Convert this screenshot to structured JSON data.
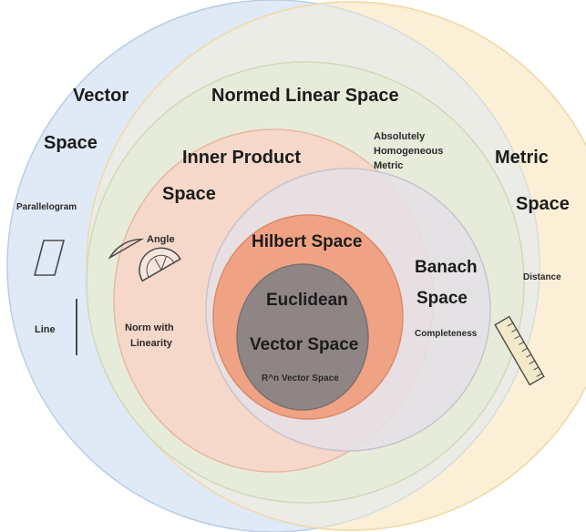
{
  "regions": {
    "vector_space": {
      "title_line1": "Vector",
      "title_line2": "Space",
      "color": "#dde8f5"
    },
    "metric_space": {
      "title_line1": "Metric",
      "title_line2": "Space",
      "color": "#fbefd6"
    },
    "normed_linear_space": {
      "title": "Normed Linear Space",
      "color": "#e6ecd9"
    },
    "inner_product_space": {
      "title_line1": "Inner Product",
      "title_line2": "Space",
      "color": "#f5d8c9"
    },
    "banach_space": {
      "title_line1": "Banach",
      "title_line2": "Space",
      "color": "#e4e1e6"
    },
    "hilbert_space": {
      "title": "Hilbert Space",
      "color": "#f0a384"
    },
    "euclidean_vector_space": {
      "title_line1": "Euclidean",
      "title_line2": "Vector Space",
      "subtitle": "R^n Vector Space",
      "color": "#8e8584"
    }
  },
  "features": {
    "parallelogram": "Parallelogram",
    "line": "Line",
    "angle": "Angle",
    "norm_with_linearity_line1": "Norm with",
    "norm_with_linearity_line2": "Linearity",
    "absolutely_homogeneous_line1": "Absolutely",
    "absolutely_homogeneous_line2": "Homogeneous",
    "absolutely_homogeneous_line3": "Metric",
    "completeness": "Completeness",
    "distance": "Distance"
  },
  "icons": [
    "parallelogram-icon",
    "line-icon",
    "protractor-icon",
    "ruler-icon"
  ]
}
